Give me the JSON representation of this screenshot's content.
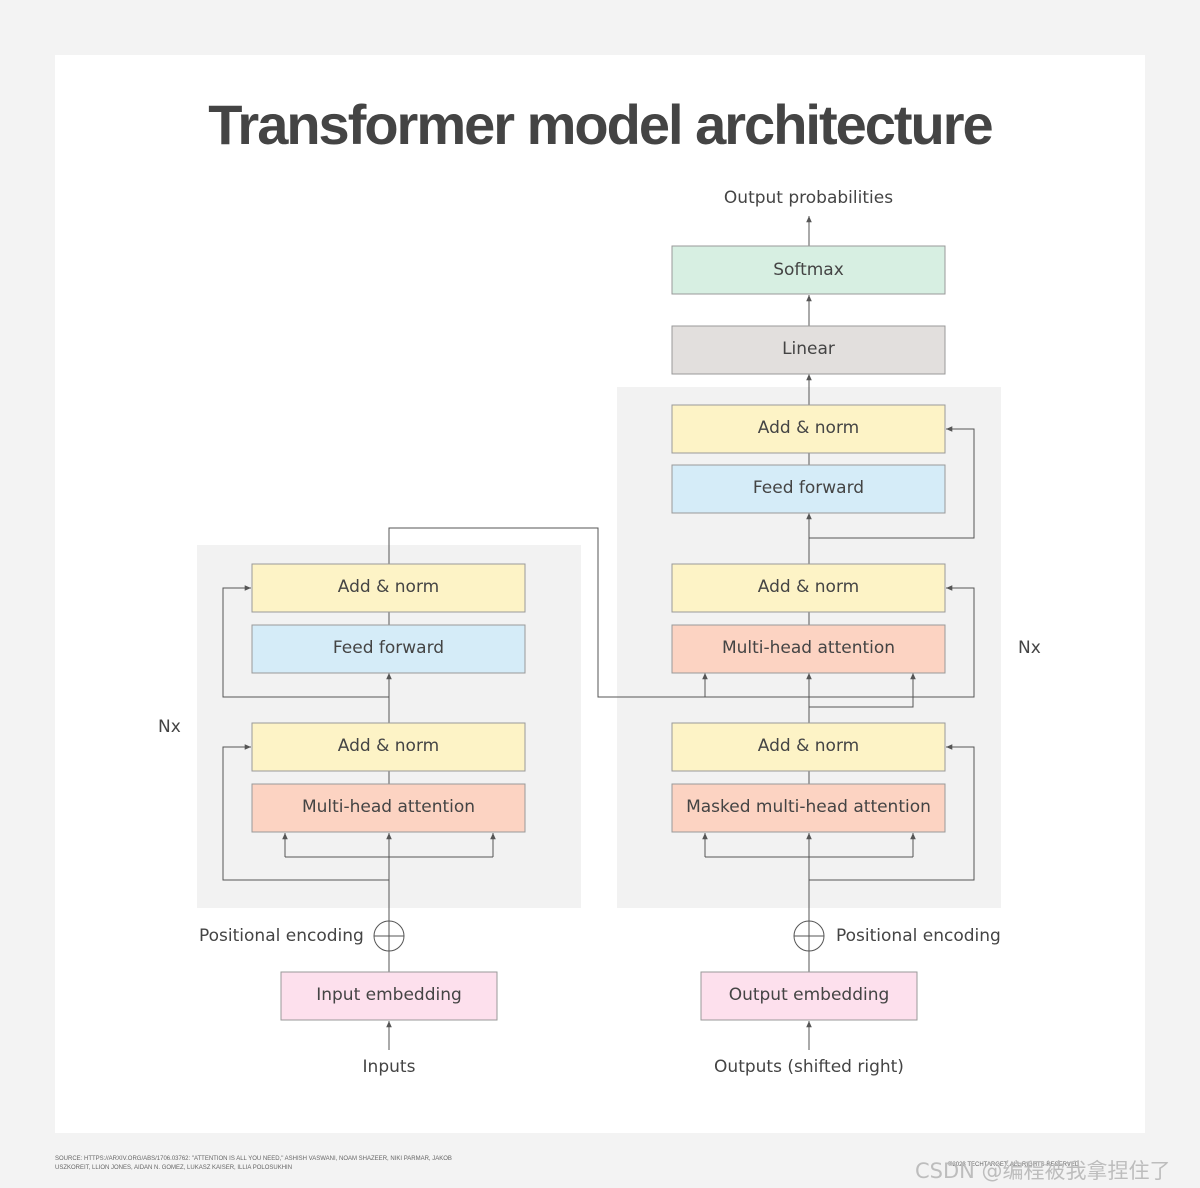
{
  "title": "Transformer model architecture",
  "colors": {
    "add_norm": "#fdf3c6",
    "feed_forward": "#d5ecf8",
    "attention": "#fcd3c2",
    "embedding": "#fde0ed",
    "linear": "#e2dfdd",
    "softmax": "#d7efe2",
    "stack_bg": "#f2f2f2",
    "line": "#555555"
  },
  "encoder": {
    "repeat_label": "Nx",
    "add_norm_top": "Add & norm",
    "feed_forward": "Feed forward",
    "add_norm_bottom": "Add & norm",
    "attention": "Multi-head attention",
    "positional_encoding": "Positional encoding",
    "embedding": "Input embedding",
    "input_label": "Inputs"
  },
  "decoder": {
    "repeat_label": "Nx",
    "add_norm_top": "Add & norm",
    "feed_forward": "Feed forward",
    "add_norm_middle": "Add & norm",
    "cross_attention": "Multi-head attention",
    "add_norm_bottom": "Add & norm",
    "masked_attention": "Masked multi-head attention",
    "positional_encoding": "Positional encoding",
    "embedding": "Output embedding",
    "input_label": "Outputs (shifted right)"
  },
  "head": {
    "linear": "Linear",
    "softmax": "Softmax",
    "output_label": "Output probabilities"
  },
  "footer": {
    "source": "SOURCE: HTTPS://ARXIV.ORG/ABS/1706.03762: \"ATTENTION IS ALL YOU NEED,\" ASHISH VASWANI, NOAM SHAZEER, NIKI PARMAR, JAKOB USZKOREIT, LLION JONES, AIDAN N. GOMEZ, LUKASZ KAISER, ILLIA POLOSUKHIN",
    "credit": "©2023 TECHTARGET. ALL RIGHTS RESERVED",
    "watermark": "CSDN @编程被我拿捏住了"
  }
}
